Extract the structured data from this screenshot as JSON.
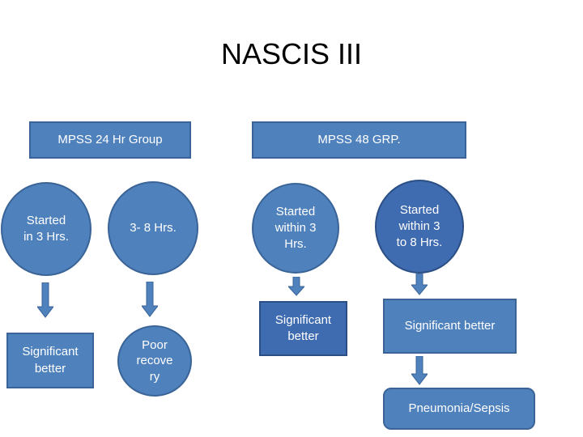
{
  "title": "NASCIS III",
  "groups": {
    "mpss24": {
      "header": "MPSS 24 Hr Group",
      "circle1": "Started\nin 3 Hrs.",
      "circle2": "3- 8 Hrs.",
      "result1": "Significant\nbetter",
      "result2": "Poor\nrecove\nry"
    },
    "mpss48": {
      "header": "MPSS 48 GRP.",
      "circle1": "Started\nwithin 3\nHrs.",
      "circle2": "Started\nwithin 3\nto 8 Hrs.",
      "result1": "Significant\nbetter",
      "result2": "Significant better",
      "result3": "Pneumonia/Sepsis"
    }
  },
  "colors": {
    "fill": "#4f81bd",
    "fill_dark": "#3f6bb0",
    "border": "#3a6497",
    "arrow": "#4f81bd"
  }
}
